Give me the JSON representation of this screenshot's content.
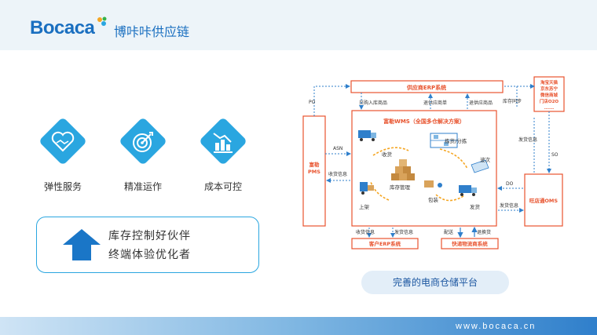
{
  "header": {
    "logo": "Bocaca",
    "brand_cn": "博咔咔供应链"
  },
  "features": [
    {
      "label": "弹性服务",
      "icon": "handshake-heart-icon"
    },
    {
      "label": "精准运作",
      "icon": "target-arrow-icon"
    },
    {
      "label": "成本可控",
      "icon": "cost-chart-icon"
    }
  ],
  "inventory_box": {
    "line1": "库存控制好伙伴",
    "line2": "终端体验优化者",
    "icon": "up-arrow-icon"
  },
  "diagram": {
    "erp_title": "供应商ERP系统",
    "erp_items": [
      "采购入库商品",
      "退供应商单",
      "退供应商品"
    ],
    "wms_title": "富勒WMS（全国多仓解决方案）",
    "pms": "富勒PMS",
    "platforms": [
      "淘宝天猫",
      "京东苏宁",
      "微信商城",
      "门店O2O",
      "......"
    ],
    "oms": "旺店通OMS",
    "customer_erp": "客户ERP系统",
    "express": "快递物流商系统",
    "labels": {
      "po": "PO",
      "asn": "ASN",
      "recv_info": "收货信息",
      "receive": "收货",
      "pick": "拣货/分拣",
      "wave": "波次",
      "inventory": "库存管理",
      "pack": "包装",
      "shelve": "上架",
      "ship": "发货",
      "stock_sync": "库存同步",
      "ship_info": "发货信息",
      "so": "SO",
      "do": "DO",
      "ship_info2": "发货信息",
      "recv_info2": "收货信息",
      "ship_info3": "发货信息",
      "delivery": "配送",
      "return": "退换货"
    }
  },
  "caption": "完善的电商仓储平台",
  "footer": {
    "url": "www.bocaca.cn"
  },
  "colors": {
    "brand": "#1a6fc0",
    "diagram_red": "#e8532e",
    "accent": "#2aa6e0"
  }
}
